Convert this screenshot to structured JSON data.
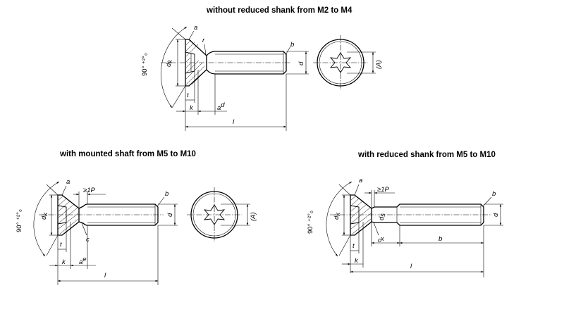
{
  "headings": {
    "top": "without reduced shank from M2 to M4",
    "bottom_left": "with mounted shaft from M5 to M10",
    "bottom_right": "with reduced shank from M5 to M10"
  },
  "labels": {
    "a": "a",
    "b": "b",
    "c": "c",
    "r": "r",
    "t": "t",
    "k": "k",
    "l": "l",
    "d": "d",
    "dk": "d",
    "dk_sub": "k",
    "ds": "d",
    "ds_sub": "s",
    "x": "x",
    "af": "a",
    "af_sup": "d",
    "ae": "a",
    "ae_sup": "e",
    "A": "(A)",
    "min_p": "≥1P",
    "angle": "90° ⁺²°₀"
  }
}
